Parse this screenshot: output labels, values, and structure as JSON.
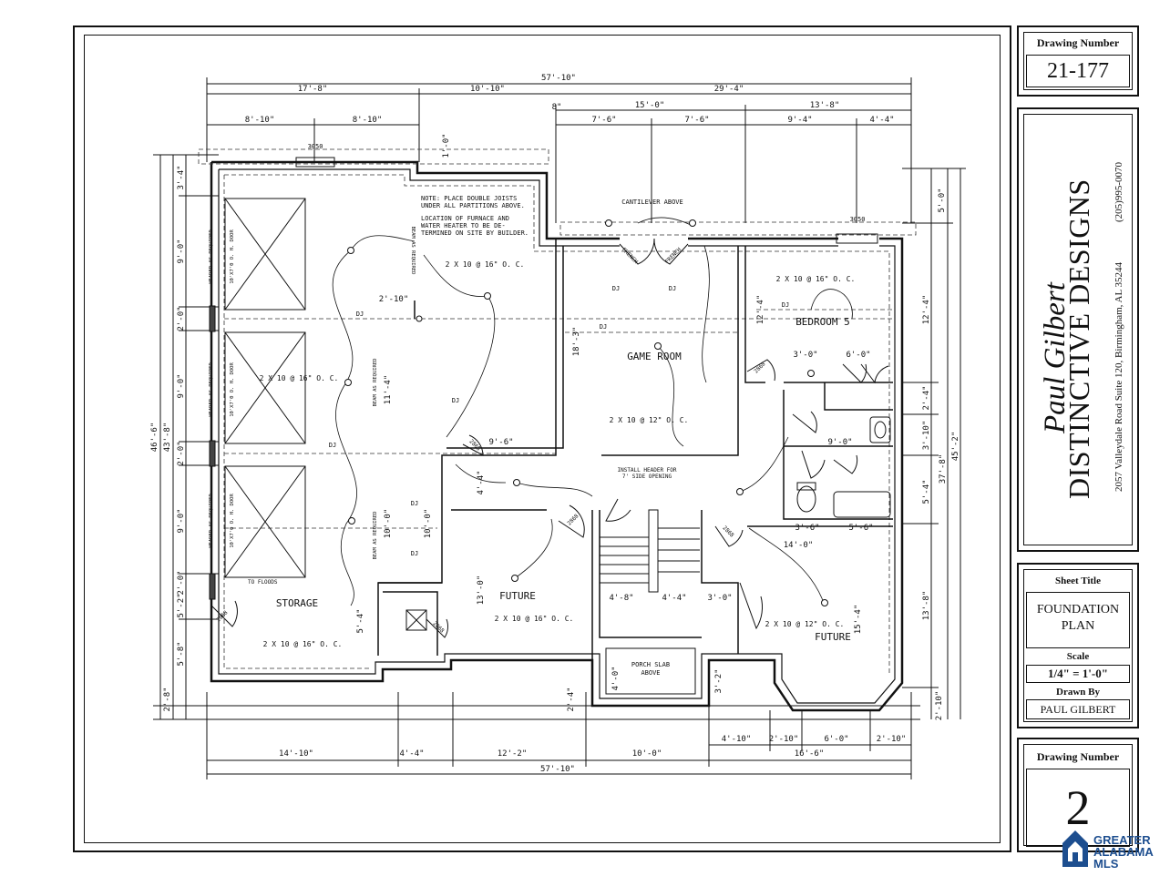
{
  "title_block": {
    "drawing_number_label_top": "Drawing Number",
    "drawing_number_top": "21-177",
    "company": {
      "name_script": "Paul Gilbert",
      "name_main": "DISTINCTIVE DESIGNS",
      "address": "2057 Valleydale Road Suite 120, Birmingham, AL 35244",
      "phone": "(205)995-0070"
    },
    "sheet_title_label": "Sheet Title",
    "sheet_title_line1": "FOUNDATION",
    "sheet_title_line2": "PLAN",
    "scale_label": "Scale",
    "scale_value": "1/4\" = 1'-0\"",
    "drawn_by_label": "Drawn By",
    "drawn_by_value": "PAUL GILBERT",
    "drawing_number_label_bottom": "Drawing Number",
    "drawing_number_bottom": "2"
  },
  "plan": {
    "rooms": {
      "storage": "STORAGE",
      "future_left": "FUTURE",
      "future_right": "FUTURE",
      "game_room": "GAME ROOM",
      "bedroom": "BEDROOM 5"
    },
    "notes": {
      "note_1a": "NOTE: PLACE DOUBLE JOISTS",
      "note_1b": "UNDER ALL PARTITIONS ABOVE.",
      "note_2a": "LOCATION OF FURNACE AND",
      "note_2b": "WATER HEATER TO BE DE-",
      "note_2c": "TERMINED ON SITE BY BUILDER.",
      "cantilever": "CANTILEVER ABOVE",
      "install_header_a": "INSTALL HEADER FOR",
      "install_header_b": "7' SIDE OPENING",
      "porch_a": "PORCH SLAB",
      "porch_b": "ABOVE",
      "to_floods": "TO FLOODS",
      "beam_1": "BEAM AS REQUIRED",
      "beam_2": "BEAM AS REQUIRED",
      "beam_3": "BEAM AS REQUIRED",
      "door_1": "10'X7'0 O. H. DOOR",
      "door_2": "10'X7'0 O. H. DOOR",
      "door_3": "10'X7'0 O. H. DOOR",
      "header_1": "HEADER AS REQUIRED",
      "header_2": "HEADER AS REQUIRED",
      "header_3": "HEADER AS REQUIRED"
    },
    "joists": {
      "j1": "2 X 10 @ 16\" O. C.",
      "j2": "2 X 10 @ 16\" O. C.",
      "j3": "2 X 10 @ 16\" O. C.",
      "j4": "2 X 10 @ 12\" O. C.",
      "j5": "2 X 10 @ 16\" O. C.",
      "j6": "2 X 10 @ 16\" O. C.",
      "j7": "2 X 10 @ 12\" O. C.",
      "dj": "DJ"
    },
    "windows": {
      "w1": "3050",
      "w2": "3050"
    },
    "doors": {
      "french": "FRENCH",
      "d2868": "2868",
      "d2068": "2068",
      "d2868b": "2868"
    },
    "dims_top": {
      "overall": "57'-10\"",
      "a": "17'-8\"",
      "b": "10'-10\"",
      "c": "29'-4\"",
      "d": "8'-10\"",
      "e": "8'-10\"",
      "f": "8\"",
      "g": "15'-0\"",
      "h": "13'-8\"",
      "i": "7'-6\"",
      "j": "7'-6\"",
      "k": "9'-4\"",
      "l": "4'-4\""
    },
    "dims_bottom": {
      "a": "14'-10\"",
      "b": "4'-4\"",
      "c": "12'-2\"",
      "d": "10'-0\"",
      "overall": "57'-10\"",
      "e": "4'-10\"",
      "f": "2'-10\"",
      "g": "6'-0\"",
      "h": "2'-10\"",
      "i": "16'-6\""
    },
    "dims_left": {
      "overall": "46'-6\"",
      "sub": "43'-8\"",
      "a": "3'-4\"",
      "b": "9'-0\"",
      "c": "2'-0\"",
      "d": "9'-0\"",
      "e": "2'-0\"",
      "f": "9'-0\"",
      "g": "2'-0\"",
      "h": "5'-2\"",
      "i": "5'-8\"",
      "j": "2'-8\""
    },
    "dims_right": {
      "overall": "45'-2\"",
      "sub": "37'-8\"",
      "a": "5'-0\"",
      "b": "12'-4\"",
      "c": "2'-4\"",
      "d": "3'-10\"",
      "e": "5'-4\"",
      "f": "13'-8\"",
      "g": "2'-10\""
    },
    "dims_interior": {
      "a": "2'-10\"",
      "b": "9'-6\"",
      "c": "18'-3\"",
      "d": "12'-4\"",
      "e": "11'-4\"",
      "f": "10'-0\"",
      "g": "10'-0\"",
      "h": "4'-4\"",
      "i": "13'-0\"",
      "j": "5'-4\"",
      "k": "4'-8\"",
      "l": "4'-4\"",
      "m": "3'-0\"",
      "n": "14'-0\"",
      "o": "15'-4\"",
      "p": "3'-0\"",
      "q": "6'-0\"",
      "r": "9'-0\"",
      "s": "3'-6\"",
      "t": "5'-6\"",
      "u": "4'-0\"",
      "v": "3'-2\"",
      "w": "2'-4\"",
      "x": "1'-0\""
    }
  },
  "logo": {
    "line1": "GREATER",
    "line2": "ALABAMA",
    "line3": "MLS",
    "color": "#1d4e8f"
  }
}
